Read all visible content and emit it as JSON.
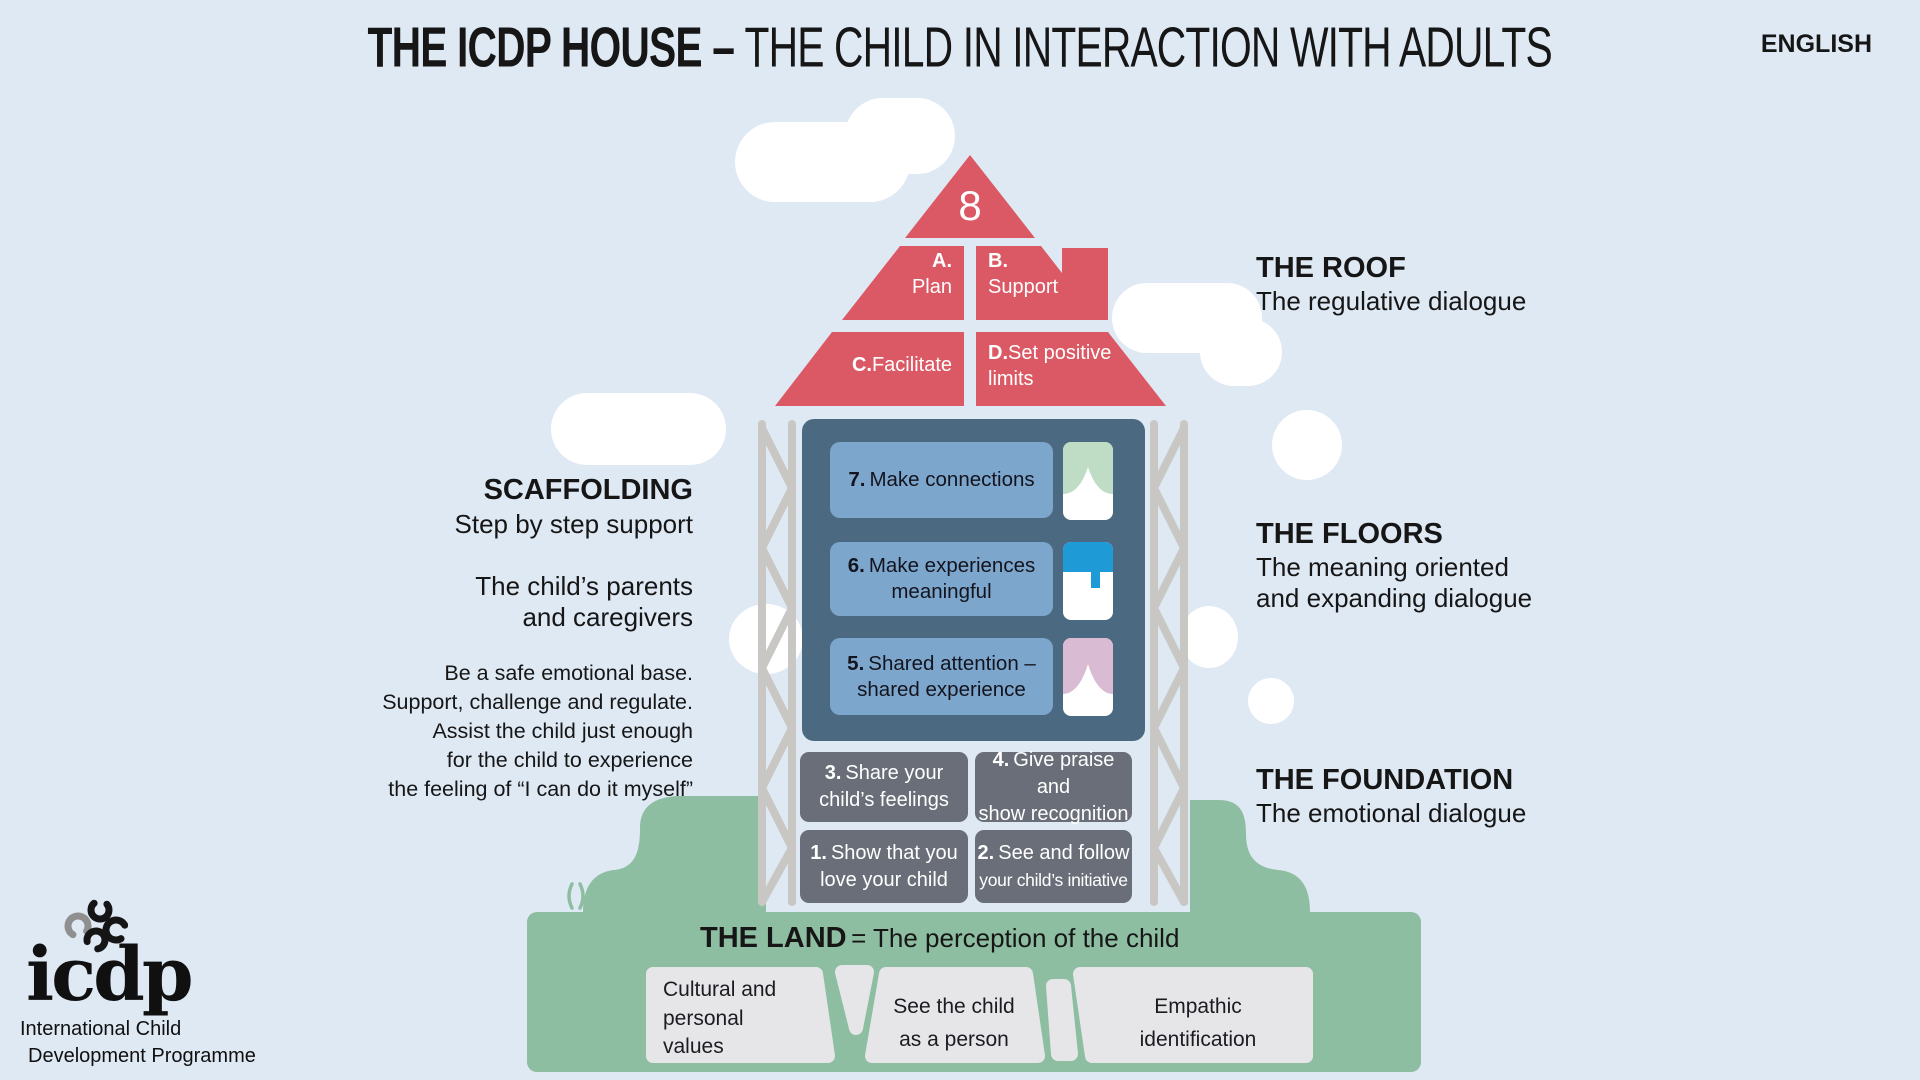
{
  "meta": {
    "language_label": "ENGLISH"
  },
  "title": {
    "main": "THE ICDP HOUSE – ",
    "subtitle": "THE CHILD IN INTERACTION WITH ADULTS"
  },
  "roof": {
    "number": "8",
    "heading": "THE ROOF",
    "sub": "The regulative dialogue",
    "cells": {
      "a_letter": "A.",
      "a_label": "Plan",
      "b_letter": "B.",
      "b_label": "Support",
      "c_letter": "C.",
      "c_label": "Facilitate",
      "d_letter": "D.",
      "d_label_line1": "Set positive",
      "d_label_line2": "limits"
    }
  },
  "scaffolding": {
    "heading": "SCAFFOLDING",
    "sub": "Step by step support",
    "caregivers_line1": "The child’s parents",
    "caregivers_line2": "and caregivers",
    "note_lines": [
      "Be a safe emotional base.",
      "Support, challenge and regulate.",
      "Assist the child just enough",
      "for the child to experience",
      "the feeling of “I can do it myself”"
    ]
  },
  "floors": {
    "heading": "THE FLOORS",
    "sub_line1": "The meaning oriented",
    "sub_line2": "and expanding dialogue",
    "items": [
      {
        "num": "7.",
        "line1": "Make connections",
        "line2": ""
      },
      {
        "num": "6.",
        "line1": "Make experiences",
        "line2": "meaningful"
      },
      {
        "num": "5.",
        "line1": "Shared attention –",
        "line2": "shared experience"
      }
    ]
  },
  "foundation": {
    "heading": "THE FOUNDATION",
    "sub": "The emotional dialogue",
    "items": [
      {
        "num": "3.",
        "line1": "Share your",
        "line2": "child’s feelings"
      },
      {
        "num": "4.",
        "line1": "Give praise and",
        "line2": "show recognition"
      },
      {
        "num": "1.",
        "line1": "Show that you",
        "line2": "love your child"
      },
      {
        "num": "2.",
        "line1": "See and follow",
        "line2": "your child’s initiative"
      }
    ]
  },
  "land": {
    "heading": "THE LAND",
    "sub": "= The perception of the child",
    "boxes": [
      {
        "line1": "Cultural and",
        "line2": "personal",
        "line3": "values"
      },
      {
        "line1": "See the child",
        "line2": "as a person"
      },
      {
        "line1": "Empathic",
        "line2": "identification"
      }
    ]
  },
  "logo": {
    "wordmark": "icdp",
    "org_line1": "International Child",
    "org_line2": "Development Programme"
  },
  "colors": {
    "background": "#DFE9F4",
    "roof_red": "#DB5964",
    "house_panel_blue": "#4B6A81",
    "floor_blue": "#7CA6CC",
    "foundation_gray": "#696E78",
    "scaffold_gray": "#C9C7C4",
    "land_green": "#8EBEA2",
    "land_box_gray": "#E6E6E8",
    "window_curtain_green": "#BFDDC5",
    "window_blind_blue": "#1E9BD7",
    "window_curtain_pink": "#D9BCD3",
    "cloud_white": "#FFFFFF"
  }
}
